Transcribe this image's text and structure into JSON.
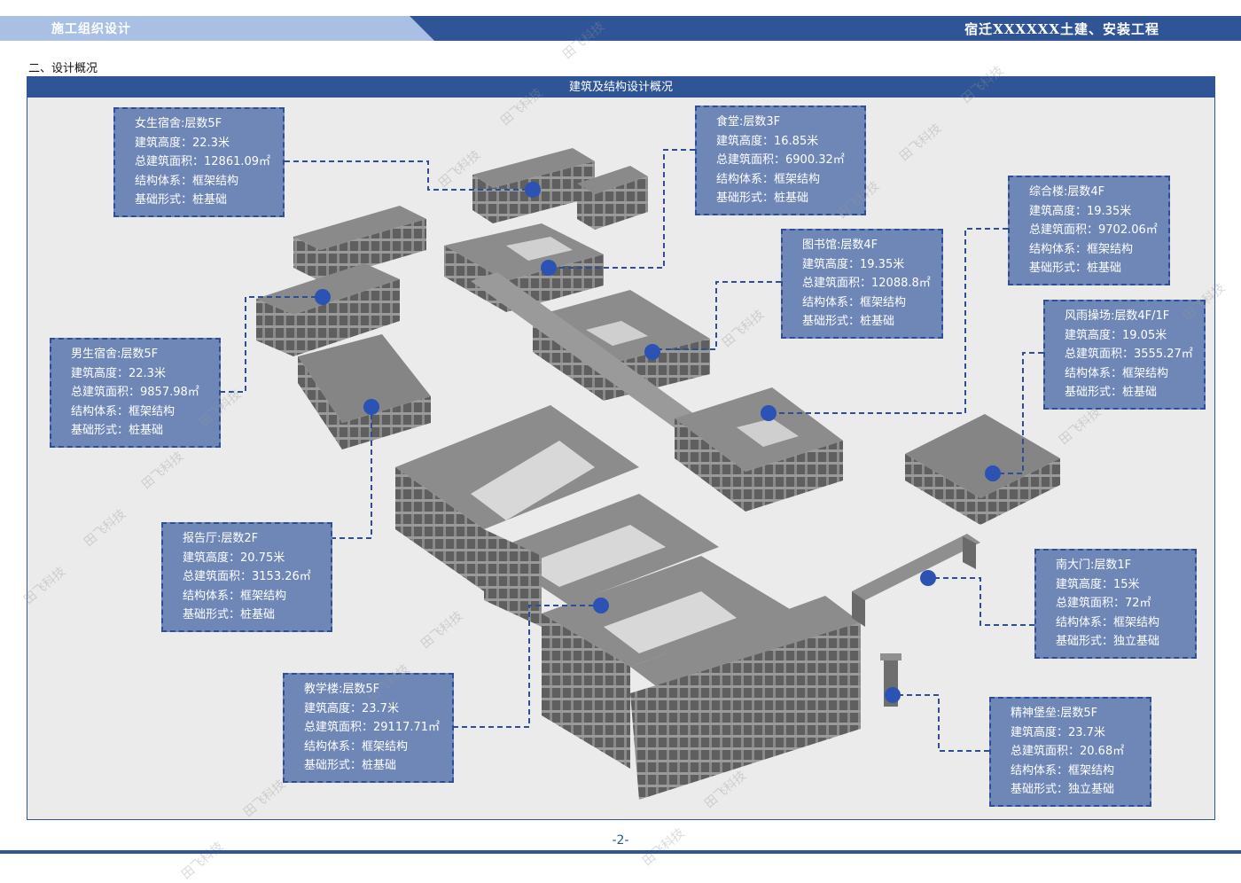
{
  "header": {
    "left_title": "施工组织设计",
    "right_title": "宿迁XXXXXX土建、安装工程"
  },
  "section_title": "二、设计概况",
  "panel_title": "建筑及结构设计概况",
  "buildings": [
    {
      "name": "女生宿舍:层数5F",
      "height": "建筑高度：22.3米",
      "area": "总建筑面积：12861.09㎡",
      "structure": "结构体系：框架结构",
      "foundation": "基础形式：桩基础"
    },
    {
      "name": "食堂:层数3F",
      "height": "建筑高度：16.85米",
      "area": "总建筑面积：6900.32㎡",
      "structure": "结构体系：框架结构",
      "foundation": "基础形式：桩基础"
    },
    {
      "name": "综合楼:层数4F",
      "height": "建筑高度：19.35米",
      "area": "总建筑面积：9702.06㎡",
      "structure": "结构体系：框架结构",
      "foundation": "基础形式：桩基础"
    },
    {
      "name": "图书馆:层数4F",
      "height": "建筑高度：19.35米",
      "area": "总建筑面积：12088.8㎡",
      "structure": "结构体系：框架结构",
      "foundation": "基础形式：桩基础"
    },
    {
      "name": "风雨操场:层数4F/1F",
      "height": "建筑高度：19.05米",
      "area": "总建筑面积：3555.27㎡",
      "structure": "结构体系：框架结构",
      "foundation": "基础形式：桩基础"
    },
    {
      "name": "男生宿舍:层数5F",
      "height": "建筑高度：22.3米",
      "area": "总建筑面积：9857.98㎡",
      "structure": "结构体系：框架结构",
      "foundation": "基础形式：桩基础"
    },
    {
      "name": "报告厅:层数2F",
      "height": "建筑高度：20.75米",
      "area": "总建筑面积：3153.26㎡",
      "structure": "结构体系：框架结构",
      "foundation": "基础形式：桩基础"
    },
    {
      "name": "南大门:层数1F",
      "height": "建筑高度：15米",
      "area": "总建筑面积：72㎡",
      "structure": "结构体系：框架结构",
      "foundation": "基础形式：独立基础"
    },
    {
      "name": "教学楼:层数5F",
      "height": "建筑高度：23.7米",
      "area": "总建筑面积：29117.71㎡",
      "structure": "结构体系：框架结构",
      "foundation": "基础形式：桩基础"
    },
    {
      "name": "精神堡垒:层数5F",
      "height": "建筑高度：23.7米",
      "area": "总建筑面积：20.68㎡",
      "structure": "结构体系：框架结构",
      "foundation": "基础形式：独立基础"
    }
  ],
  "watermark": "田飞科技",
  "page_number": "-2-",
  "colors": {
    "header_dark": "#2f5597",
    "header_light": "#a9bfe3",
    "card_fill": "#6f87b7",
    "dot": "#2c52b3",
    "concrete": "#7d7d7d"
  }
}
